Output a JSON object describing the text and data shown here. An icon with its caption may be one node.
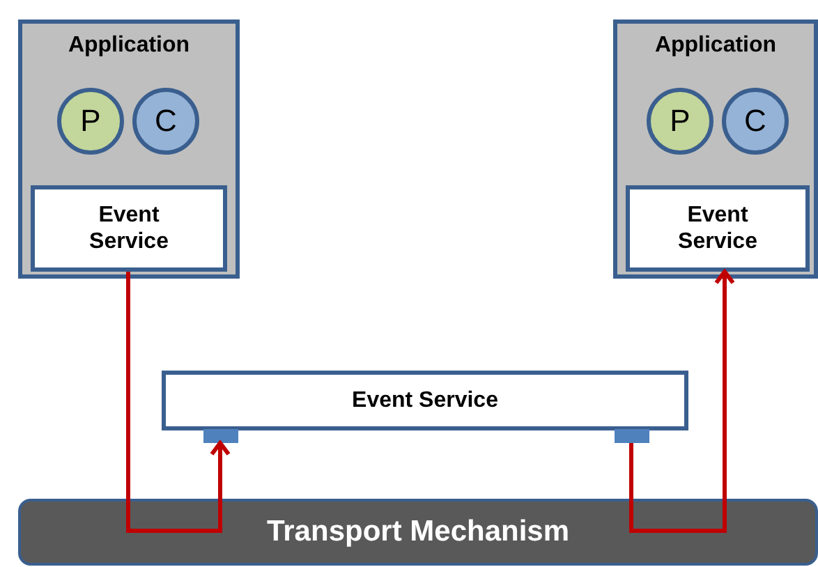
{
  "diagram": {
    "nodes": [
      {
        "text": [
          "Application"
        ]
      },
      {
        "text": [
          "P"
        ],
        "in": 0
      },
      {
        "text": [
          "C"
        ],
        "in": 0
      },
      {
        "text": [
          "Event Service"
        ],
        "in": 0
      },
      {
        "text": [
          "Application"
        ]
      },
      {
        "text": [
          "P"
        ],
        "in": 4
      },
      {
        "text": [
          "C"
        ],
        "in": 4
      },
      {
        "text": [
          "Event Service"
        ],
        "in": 4
      },
      {
        "text": [
          "Event Service"
        ]
      },
      {
        "text": [],
        "shape": "box"
      },
      {
        "text": [],
        "shape": "box"
      },
      {
        "text": [
          "Transport Mechanism"
        ]
      }
    ],
    "edges": [
      {
        "from": 3,
        "to": 11,
        "arrow": "none"
      },
      {
        "from": 11,
        "to": 9,
        "arrow": "to"
      },
      {
        "from": 10,
        "to": 11,
        "arrow": "none"
      },
      {
        "from": 11,
        "to": 7,
        "arrow": "to"
      }
    ]
  }
}
